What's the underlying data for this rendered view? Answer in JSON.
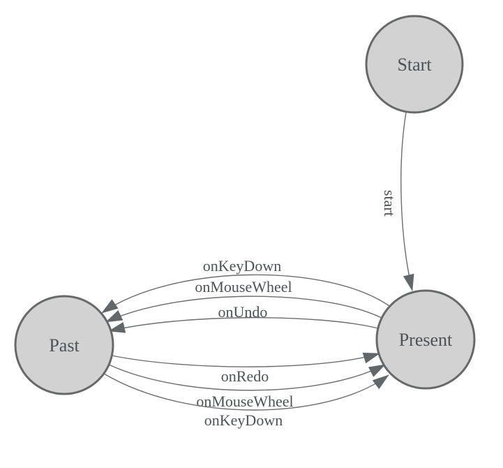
{
  "diagram": {
    "kind": "state-machine",
    "background_color": "#ffffff",
    "colors": {
      "node_fill": "#d2d2d2",
      "node_stroke": "#666869",
      "edge_stroke": "#6b6d6f",
      "arrow_fill": "#646769",
      "label_color": "#4e5254"
    },
    "nodes": [
      {
        "id": "start",
        "label": "Start"
      },
      {
        "id": "present",
        "label": "Present"
      },
      {
        "id": "past",
        "label": "Past"
      }
    ],
    "edges": [
      {
        "from": "Start",
        "to": "Present",
        "label": "start"
      },
      {
        "from": "Present",
        "to": "Past",
        "label": "onKeyDown"
      },
      {
        "from": "Present",
        "to": "Past",
        "label": "onMouseWheel"
      },
      {
        "from": "Present",
        "to": "Past",
        "label": "onUndo"
      },
      {
        "from": "Past",
        "to": "Present",
        "label": "onRedo"
      },
      {
        "from": "Past",
        "to": "Present",
        "label": "onMouseWheel"
      },
      {
        "from": "Past",
        "to": "Present",
        "label": "onKeyDown"
      }
    ]
  }
}
